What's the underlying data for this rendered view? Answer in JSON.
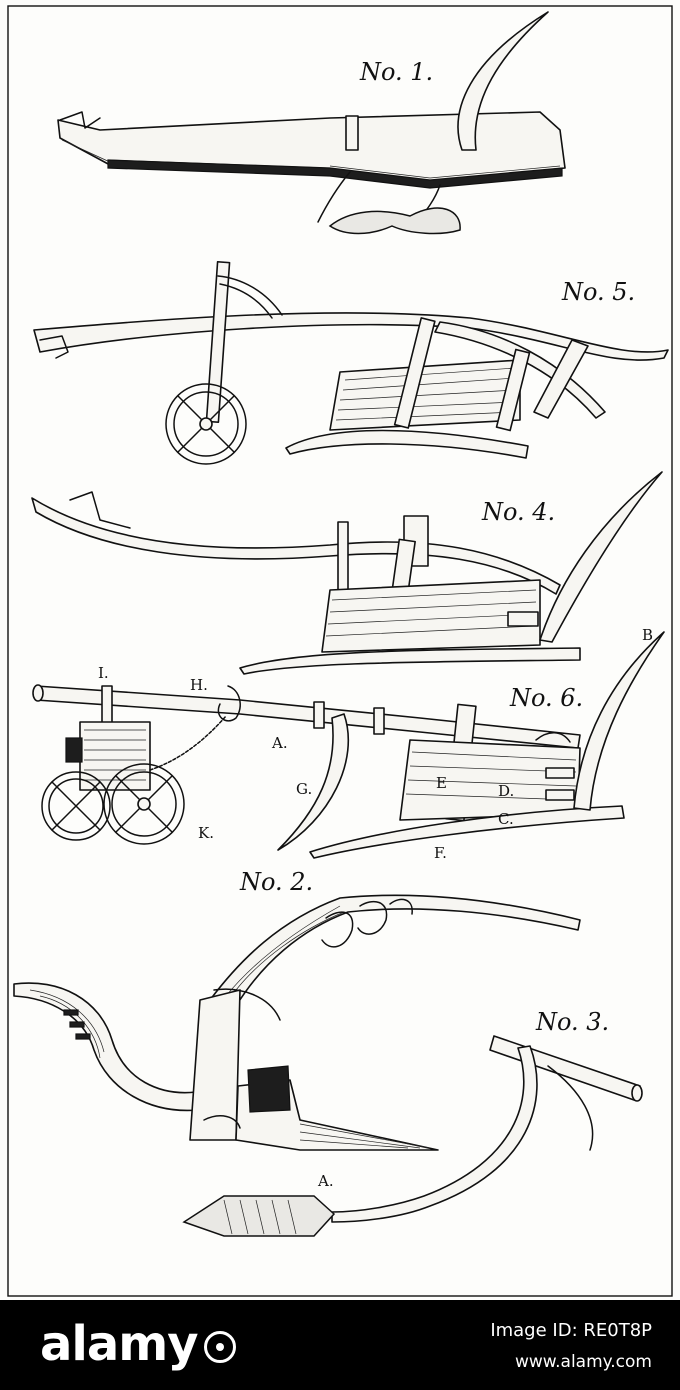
{
  "figures": {
    "no1": "No. 1.",
    "no5": "No. 5.",
    "no4": "No. 4.",
    "no6": "No. 6.",
    "no2": "No. 2.",
    "no3": "No. 3."
  },
  "letters": {
    "B": "B",
    "I": "I.",
    "H": "H.",
    "A": "A.",
    "G": "G.",
    "E": "E",
    "D": "D.",
    "C": "C.",
    "K": "K.",
    "F": "F.",
    "A3": "A."
  },
  "watermark": {
    "brand": "alamy",
    "image_id": "Image ID: RE0T8P",
    "url": "www.alamy.com"
  },
  "colors": {
    "paper": "#fdfdfb",
    "ink": "#111111",
    "bar": "#000000"
  }
}
